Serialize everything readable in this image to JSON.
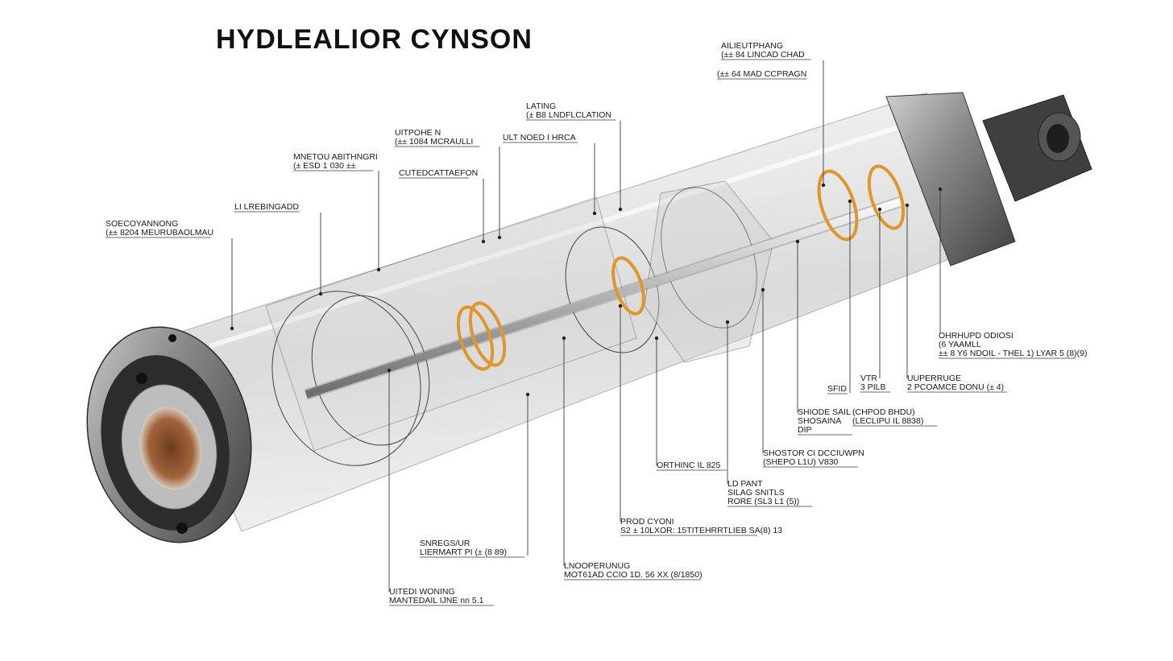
{
  "title": "HYDLEALIOR CYNSON",
  "colors": {
    "accent_seal": "#e0962a",
    "body_steel": "#8f8f8f",
    "cap_dark": "#4a4a4a",
    "bore_copper": "#a0643a",
    "leader_line": "#3a3a3a"
  },
  "callouts": [
    {
      "id": "top-right-1",
      "lines": [
        "AILIEUTPHANG",
        "(±± 84 LINCAD CHAD"
      ]
    },
    {
      "id": "top-right-2",
      "lines": [
        "(±± 64 MAD CCPRAGN"
      ]
    },
    {
      "id": "lating",
      "lines": [
        "LATING",
        "(± B8 LNDFLCLATION"
      ]
    },
    {
      "id": "uitpohe",
      "lines": [
        "UITPOHE N",
        "(±± 1084 MCRAULLI"
      ]
    },
    {
      "id": "ult-noed",
      "lines": [
        "ULT NOED I HRCA"
      ]
    },
    {
      "id": "mnetou",
      "lines": [
        "MNETOU ABITHNGRI",
        "(± ESD 1 030 ±±"
      ]
    },
    {
      "id": "cutedcat",
      "lines": [
        "CUTEDCATTAEFON"
      ]
    },
    {
      "id": "lrebingadd",
      "lines": [
        "LI LREBINGADD"
      ]
    },
    {
      "id": "soecoyan",
      "lines": [
        "SOECOYANNONG",
        "(±± 8204 MEURUBAOLMAU"
      ]
    },
    {
      "id": "ohrhupd",
      "lines": [
        "OHRHUPD ODIOSI",
        "(6 YAAMLL",
        "±± 8 Y6 NDOIL - THEL 1) LYAR 5 (8)(9)"
      ]
    },
    {
      "id": "sfid",
      "lines": [
        "SFID"
      ]
    },
    {
      "id": "vtr",
      "lines": [
        "VTR",
        "3 PILB"
      ]
    },
    {
      "id": "uuperruge",
      "lines": [
        "UUPERRUGE",
        "2 PCOAMCE DONU (± 4)"
      ]
    },
    {
      "id": "shiode",
      "lines": [
        "SHIODE SAIL",
        "SHOSAINA",
        "DIP"
      ]
    },
    {
      "id": "chpod",
      "lines": [
        "(CHPOD BHDU)",
        "(LECLIPU IL 8838)"
      ]
    },
    {
      "id": "shostor",
      "lines": [
        "SHOSTOR CI DCCIUWPN",
        "(SHEPO L1U) V830"
      ]
    },
    {
      "id": "orthinc",
      "lines": [
        "ORTHINC IL 825"
      ]
    },
    {
      "id": "ld-pant",
      "lines": [
        "LD PANT",
        "SILAG SNITLS",
        "RORE (SL3 L1 (5))"
      ]
    },
    {
      "id": "prod-cyon",
      "lines": [
        "PROD CYONI",
        "S2 ± 10LXOR: 15TITEHRRTLIEB SA(8) 13"
      ]
    },
    {
      "id": "snregs",
      "lines": [
        "SNREGS/UR",
        "LIERMART PI (± (8 89)"
      ]
    },
    {
      "id": "lnooperunug",
      "lines": [
        "LNOOPERUNUG",
        "MOT61AD CCIO 1D. 56 XX (8/1850)"
      ]
    },
    {
      "id": "uitedi",
      "lines": [
        "UITEDI WONING",
        "MANTEDAIL IJNE nn 5.1"
      ]
    }
  ]
}
